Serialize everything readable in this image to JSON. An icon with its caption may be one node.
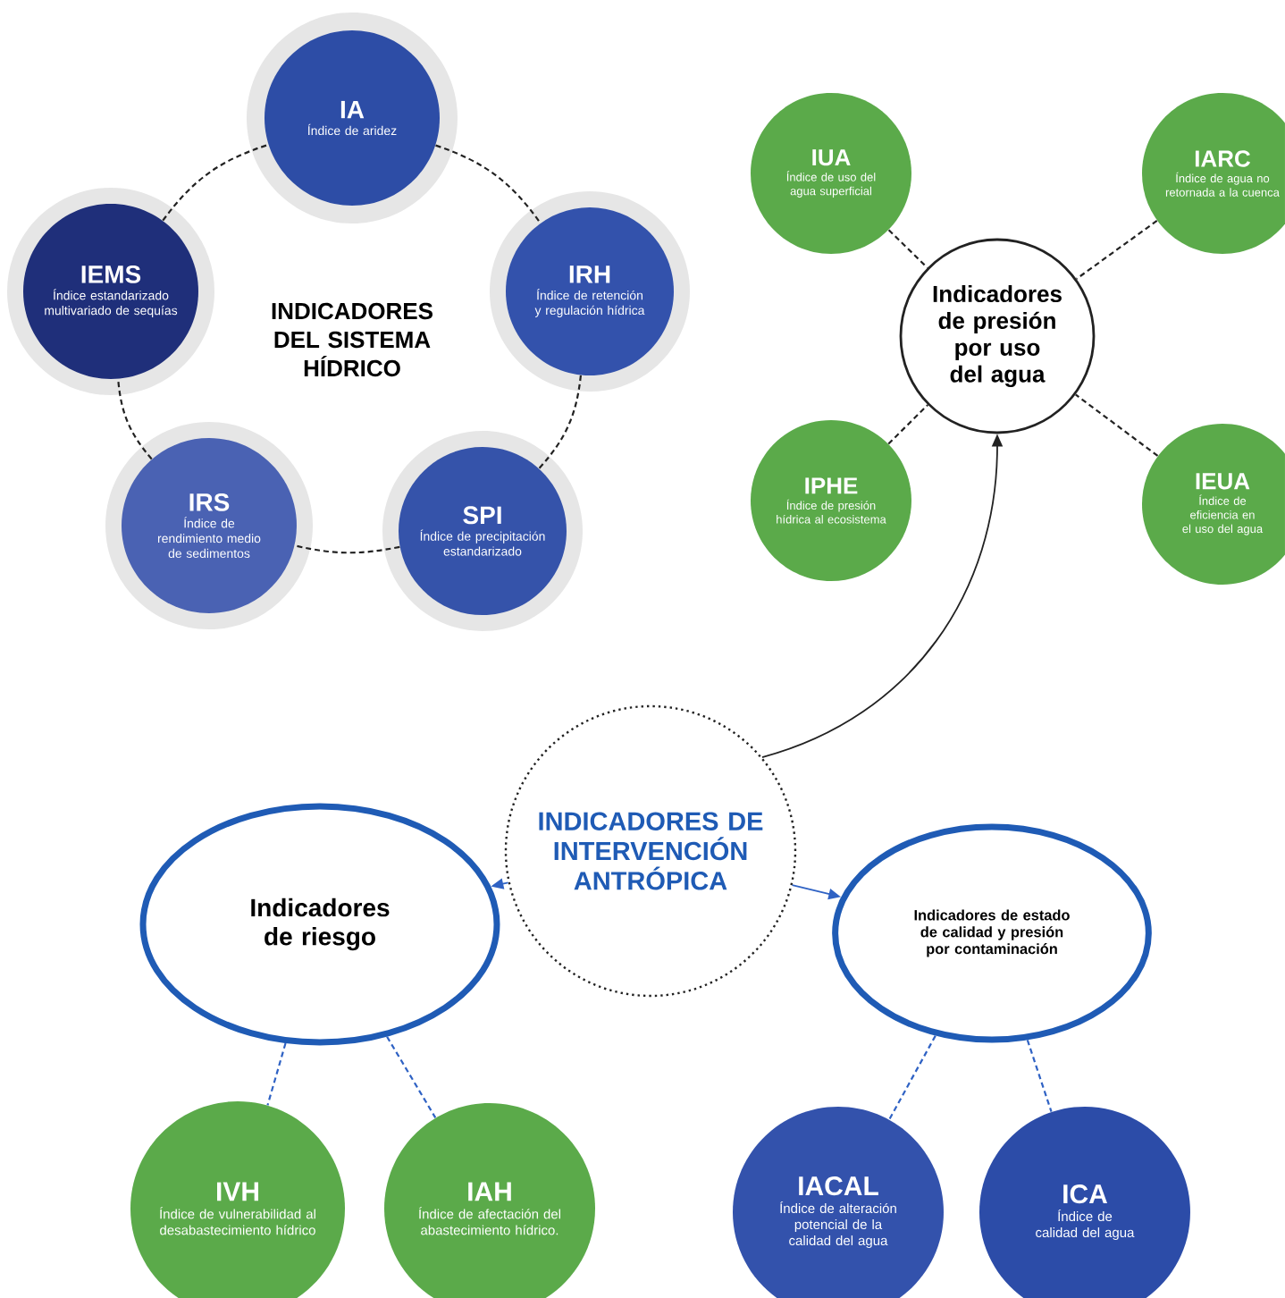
{
  "diagram": {
    "nodes": [
      {
        "text": [
          "IA",
          "Índice de aridez"
        ]
      },
      {
        "text": [
          "IRH",
          "Índice de retención y regulación hídrica"
        ]
      },
      {
        "text": [
          "SPI",
          "Índice de precipitación estandarizado"
        ]
      },
      {
        "text": [
          "IRS",
          "Índice de rendimiento medio de sedimentos"
        ]
      },
      {
        "text": [
          "IEMS",
          "Índice estandarizado multivariado de sequías"
        ]
      },
      {
        "text": [
          "Indicadores de presión por uso del agua"
        ]
      },
      {
        "text": [
          "IUA",
          "Índice de uso del agua superficial"
        ]
      },
      {
        "text": [
          "IARC",
          "Índice de agua no retornada a la cuenca"
        ]
      },
      {
        "text": [
          "IPHE",
          "Índice de presión hídrica al ecosistema"
        ]
      },
      {
        "text": [
          "IEUA",
          "Índice de eficiencia en el uso del agua"
        ]
      },
      {
        "text": [
          "INDICADORES DE INTERVENCIÓN ANTRÓPICA"
        ]
      },
      {
        "text": [
          "Indicadores de riesgo"
        ]
      },
      {
        "text": [
          "Indicadores de estado de calidad y presión por contaminación"
        ]
      },
      {
        "text": [
          "IVH",
          "Índice de vulnerabilidad al desabastecimiento hídrico"
        ]
      },
      {
        "text": [
          "IAH",
          "Índice de afectación del abastecimiento hídrico."
        ]
      },
      {
        "text": [
          "IACAL",
          "Índice de alteración potencial de la calidad del agua"
        ]
      },
      {
        "text": [
          "ICA",
          "Índice de calidad del agua"
        ]
      }
    ],
    "edges": [
      {
        "from": 0,
        "to": 1,
        "arrow": "none",
        "style": "dashed"
      },
      {
        "from": 1,
        "to": 2,
        "arrow": "none",
        "style": "dashed"
      },
      {
        "from": 2,
        "to": 3,
        "arrow": "none",
        "style": "dashed"
      },
      {
        "from": 3,
        "to": 4,
        "arrow": "none",
        "style": "dashed"
      },
      {
        "from": 4,
        "to": 0,
        "arrow": "none",
        "style": "dashed"
      },
      {
        "from": 6,
        "to": 5,
        "arrow": "none",
        "style": "dashed"
      },
      {
        "from": 7,
        "to": 5,
        "arrow": "none",
        "style": "dashed"
      },
      {
        "from": 8,
        "to": 5,
        "arrow": "none",
        "style": "dashed"
      },
      {
        "from": 9,
        "to": 5,
        "arrow": "none",
        "style": "dashed"
      },
      {
        "from": 10,
        "to": 5,
        "arrow": "to"
      },
      {
        "from": 10,
        "to": 11,
        "arrow": "to",
        "color": "#2f62c4"
      },
      {
        "from": 10,
        "to": 12,
        "arrow": "to",
        "color": "#2f62c4"
      },
      {
        "from": 11,
        "to": 13,
        "arrow": "none",
        "style": "dashed",
        "color": "#2f62c4"
      },
      {
        "from": 11,
        "to": 14,
        "arrow": "none",
        "style": "dashed",
        "color": "#2f62c4"
      },
      {
        "from": 12,
        "to": 15,
        "arrow": "none",
        "style": "dashed",
        "color": "#2f62c4"
      },
      {
        "from": 12,
        "to": 16,
        "arrow": "none",
        "style": "dashed",
        "color": "#2f62c4"
      }
    ],
    "labels": [
      "INDICADORES DEL SISTEMA HÍDRICO"
    ]
  }
}
